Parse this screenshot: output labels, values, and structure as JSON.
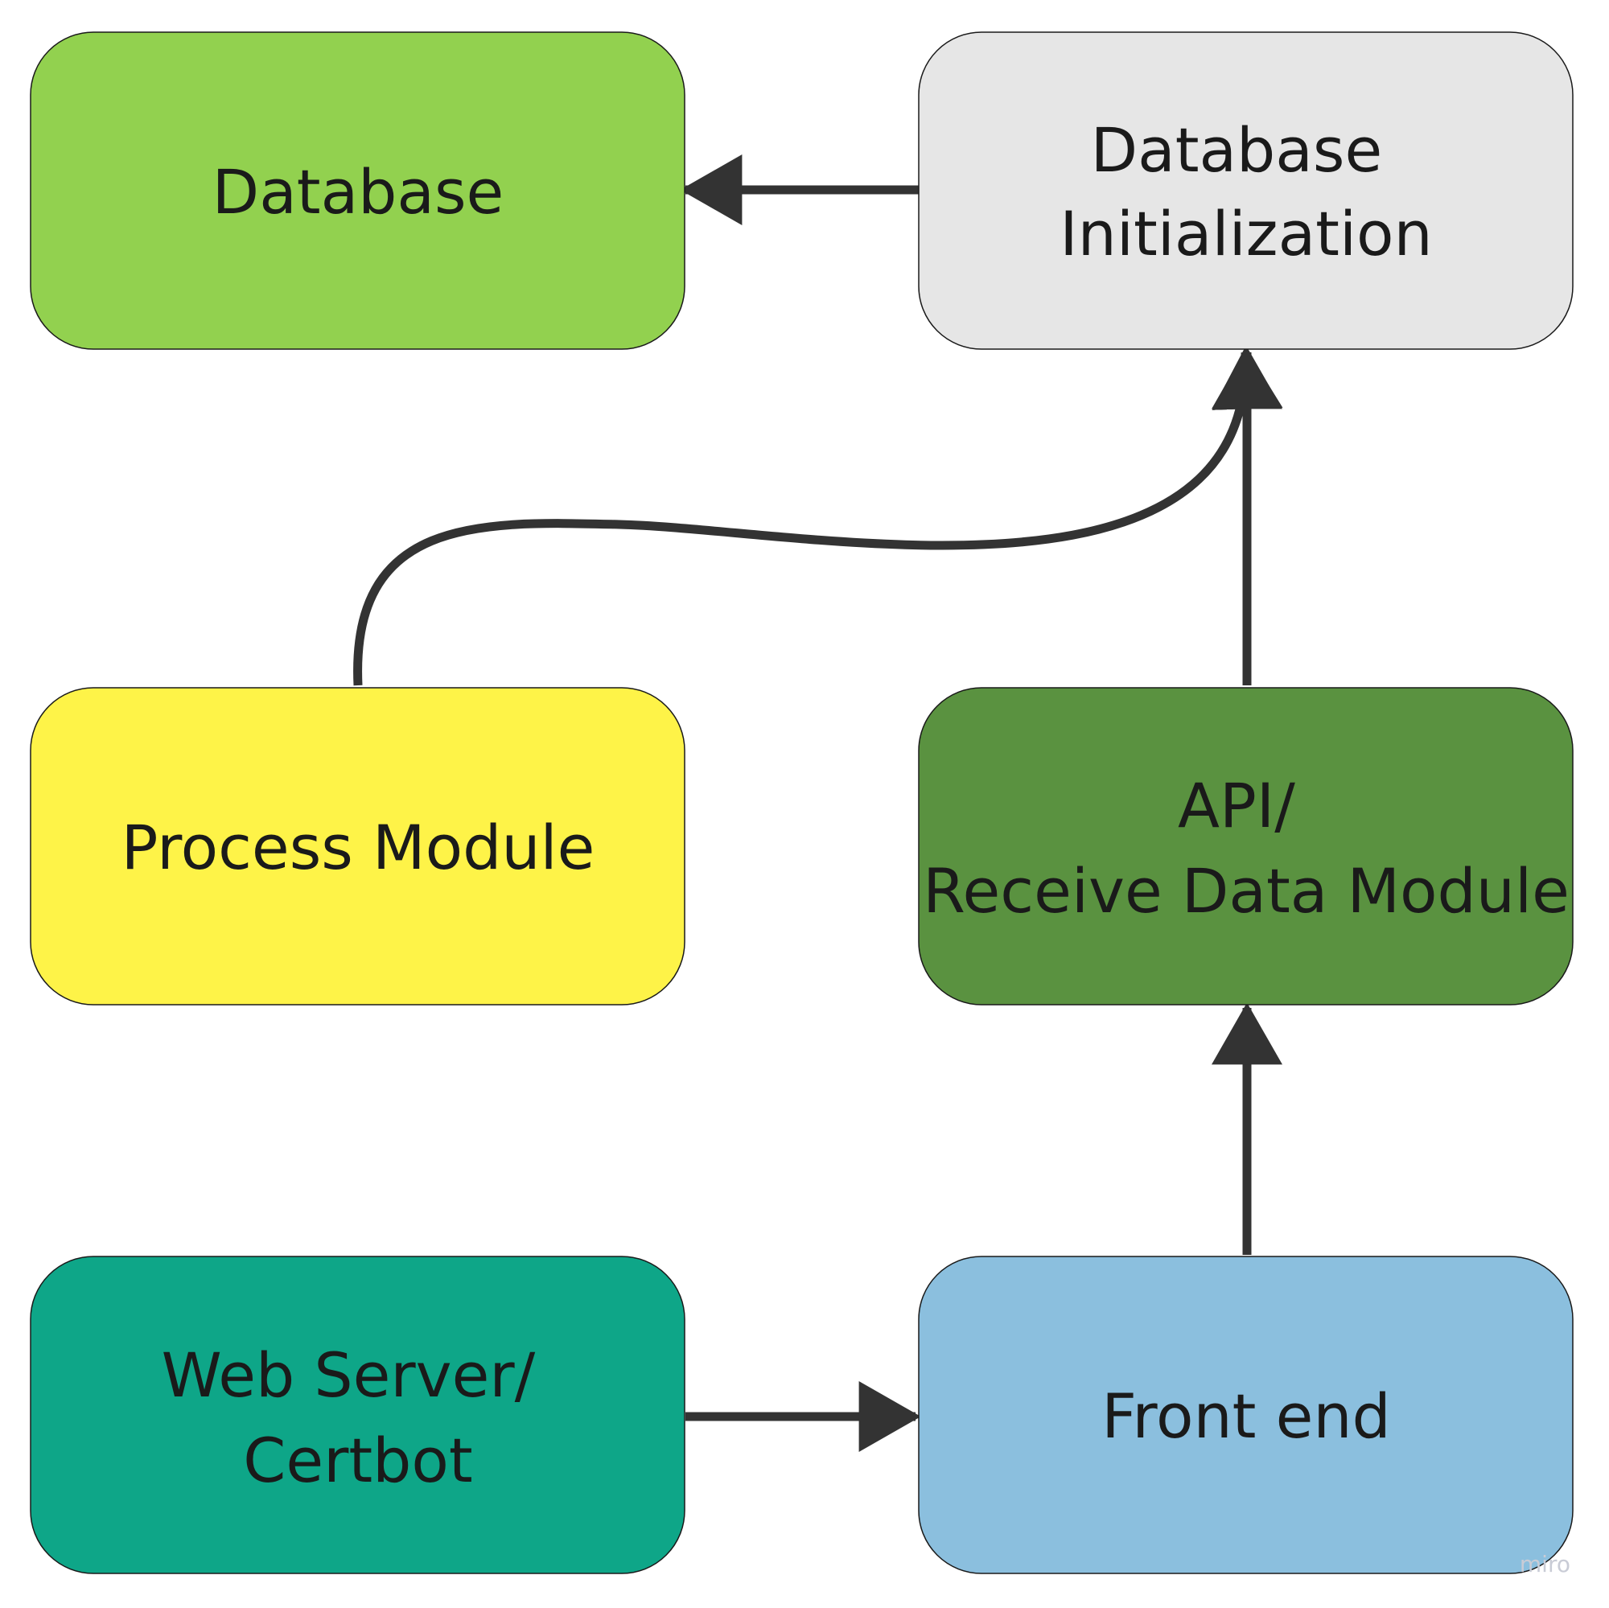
{
  "nodes": {
    "database": {
      "lines": [
        "Database"
      ],
      "color": "#92d14f"
    },
    "db_init": {
      "lines": [
        "Database",
        "Initialization"
      ],
      "color": "#e6e6e6"
    },
    "process": {
      "lines": [
        "Process Module"
      ],
      "color": "#fef348"
    },
    "api": {
      "lines": [
        "API/",
        "Receive Data Module"
      ],
      "color": "#5a9240"
    },
    "webserver": {
      "lines": [
        "Web Server/",
        "Certbot"
      ],
      "color": "#0ea688"
    },
    "frontend": {
      "lines": [
        "Front end"
      ],
      "color": "#8bbfde"
    }
  },
  "edges": [
    {
      "from": "db_init",
      "to": "database"
    },
    {
      "from": "process",
      "to": "db_init"
    },
    {
      "from": "api",
      "to": "db_init"
    },
    {
      "from": "frontend",
      "to": "api"
    },
    {
      "from": "webserver",
      "to": "frontend"
    }
  ],
  "colors": {
    "edge": "#333333",
    "text": "#1a1a1a",
    "outline": "#1a1a1a"
  },
  "watermark": "miro"
}
